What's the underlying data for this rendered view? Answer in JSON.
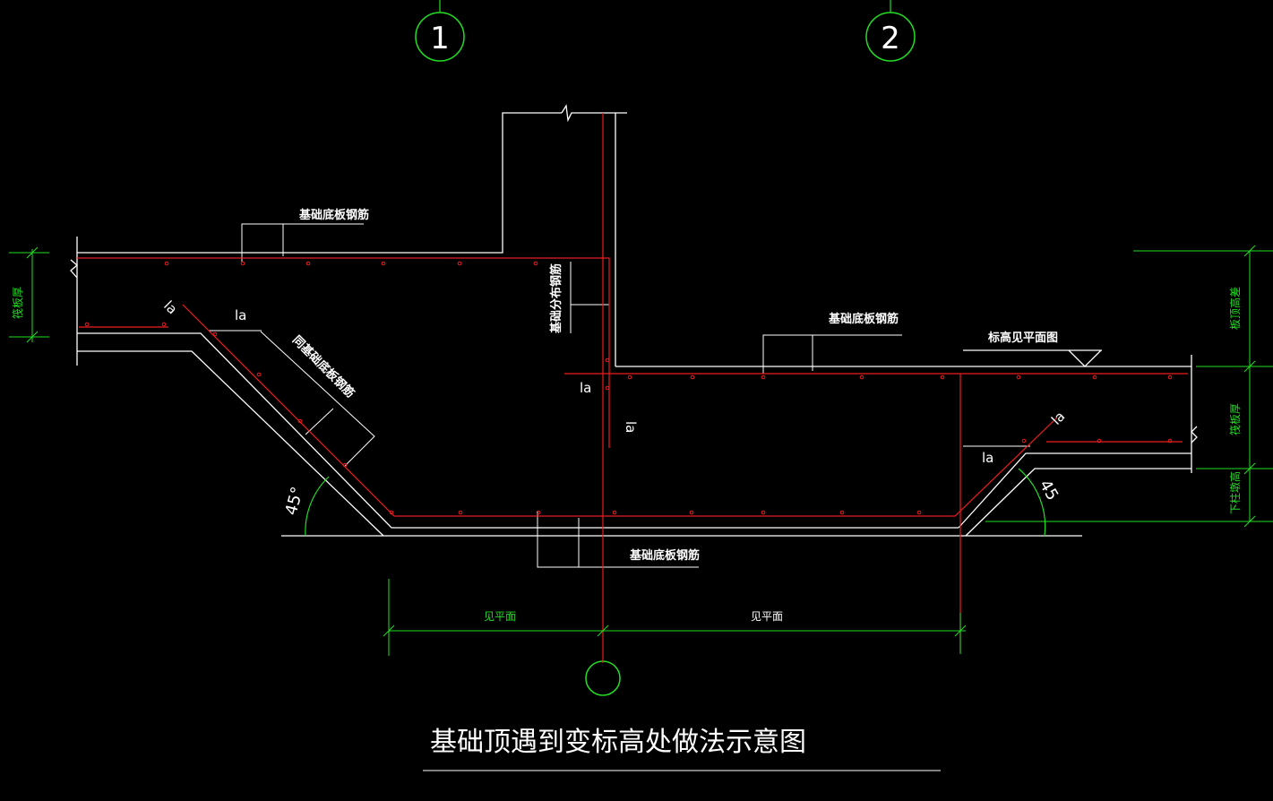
{
  "colors": {
    "background": "#000000",
    "concrete_outline": "#ffffff",
    "rebar": "#ee1c1c",
    "dimension": "#22dd22"
  },
  "axes": {
    "axis1": "1",
    "axis2": "2",
    "axis_bottom": ""
  },
  "labels": {
    "rebar_top_left": "基础底板钢筋",
    "rebar_top_right": "基础底板钢筋",
    "rebar_bottom": "基础底板钢筋",
    "distribution_rebar": "基础分布钢筋",
    "slope_rebar": "同基础底板钢筋",
    "elevation_note": "标高见平面图",
    "la_1": "la",
    "la_2": "la",
    "la_3": "la",
    "la_4": "la",
    "la_5": "la",
    "la_6": "la",
    "angle_left": "45°",
    "angle_right": "45"
  },
  "dimensions": {
    "left_thickness": "筏板厚",
    "right_elev_diff": "板顶高差",
    "right_thickness": "筏板厚",
    "right_lower": "下柱墩高",
    "bottom_left": "见平面",
    "bottom_right": "见平面"
  },
  "title": "基础顶遇到变标高处做法示意图"
}
